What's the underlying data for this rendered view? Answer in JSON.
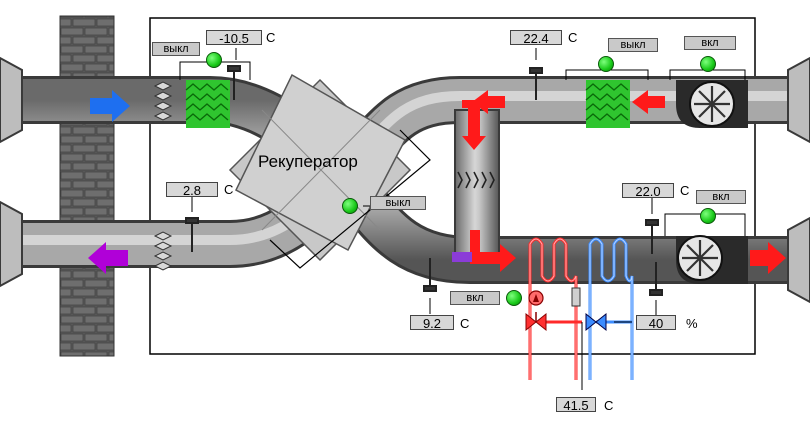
{
  "recuperator": {
    "label": "Рекуператор",
    "state": "выкл"
  },
  "outdoor_temp": {
    "value": "-10.5",
    "unit": "С"
  },
  "outdoor_damper": {
    "state": "выкл"
  },
  "exhaust_out_temp": {
    "value": "2.8",
    "unit": "С"
  },
  "return_temp": {
    "value": "22.4",
    "unit": "С"
  },
  "return_filter": {
    "state": "выкл"
  },
  "return_fan": {
    "state": "вкл"
  },
  "supply_temp": {
    "value": "22.0",
    "unit": "С"
  },
  "supply_fan": {
    "state": "вкл"
  },
  "after_heater_temp": {
    "value": "9.2",
    "unit": "С"
  },
  "heater_pump": {
    "state": "вкл"
  },
  "water_return_temp": {
    "value": "41.5",
    "unit": "С"
  },
  "cooler_valve": {
    "value": "40",
    "unit": "%"
  },
  "colors": {
    "outdoor_air": "#1e6ff0",
    "exhaust_air": "#b000d8",
    "return_air": "#ff1a1a",
    "supply_air": "#ff1a1a",
    "hot_water": "#ff3030",
    "cold_water": "#3c8cff",
    "indicator_on": "#18c818"
  }
}
